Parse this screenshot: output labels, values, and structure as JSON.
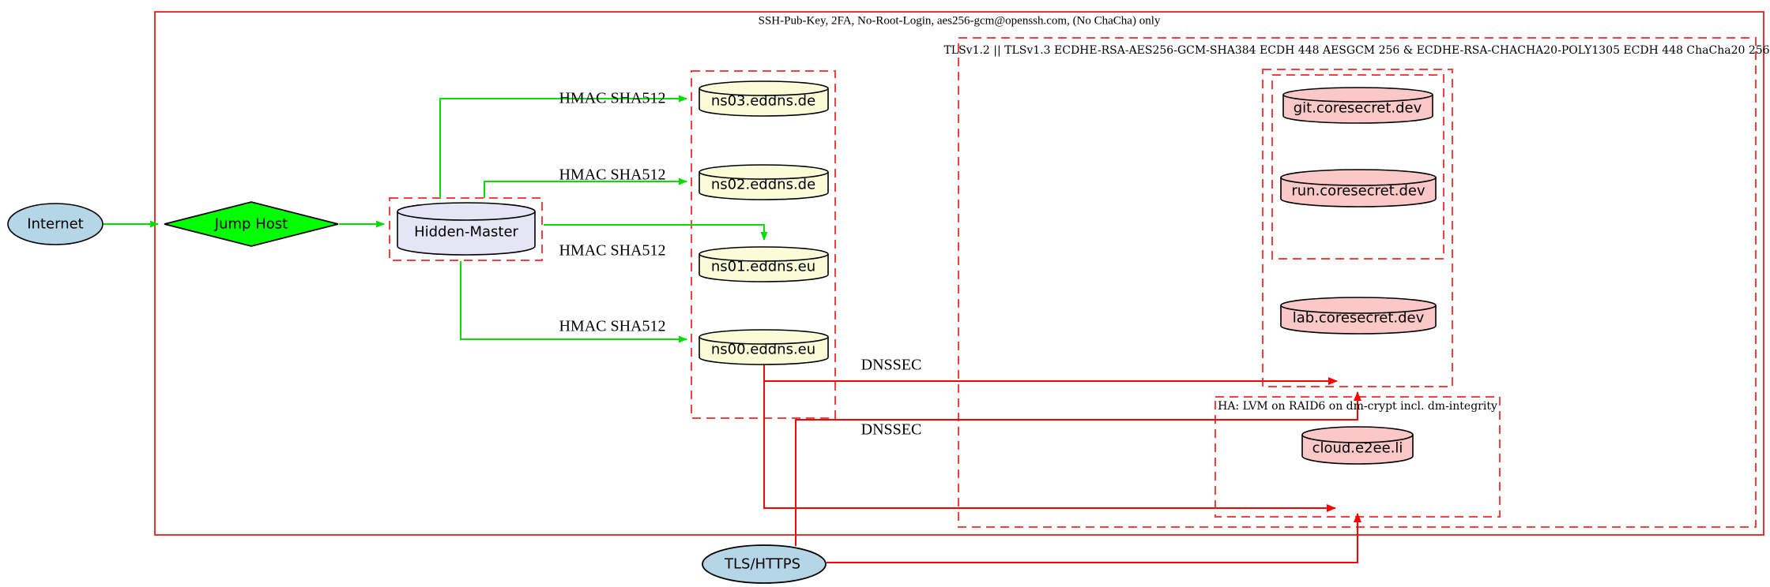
{
  "diagram": {
    "clusters": {
      "ssh": {
        "label": "SSH-Pub-Key, 2FA, No-Root-Login, aes256-gcm@openssh.com, (No ChaCha) only"
      },
      "tls": {
        "label": "TLSv1.2 || TLSv1.3 ECDHE-RSA-AES256-GCM-SHA384 ECDH 448 AESGCM 256 & ECDHE-RSA-CHACHA20-POLY1305 ECDH 448 ChaCha20 256"
      },
      "ha": {
        "label": "HA: LVM on RAID6 on dm-crypt incl. dm-integrity"
      }
    },
    "nodes": {
      "internet": "Internet",
      "jump_host": "Jump Host",
      "hidden_master": "Hidden-Master",
      "ns03": "ns03.eddns.de",
      "ns02": "ns02.eddns.de",
      "ns01": "ns01.eddns.eu",
      "ns00": "ns00.eddns.eu",
      "git": "git.coresecret.dev",
      "run": "run.coresecret.dev",
      "lab": "lab.coresecret.dev",
      "cloud": "cloud.e2ee.li",
      "tls_https": "TLS/HTTPS"
    },
    "edge_labels": {
      "hmac": "HMAC SHA512",
      "dnssec": "DNSSEC"
    },
    "colors": {
      "cluster_border_red": "#ee3333",
      "edge_red": "#ff0000",
      "edge_green": "#00dd00",
      "node_lightblue": "#b5d6e6",
      "node_green": "#00ff00",
      "node_lavender": "#e5e5f6",
      "node_lightyellow": "#fbfbd8",
      "node_pink": "#fbc8c8",
      "outline_black": "#000000"
    }
  }
}
